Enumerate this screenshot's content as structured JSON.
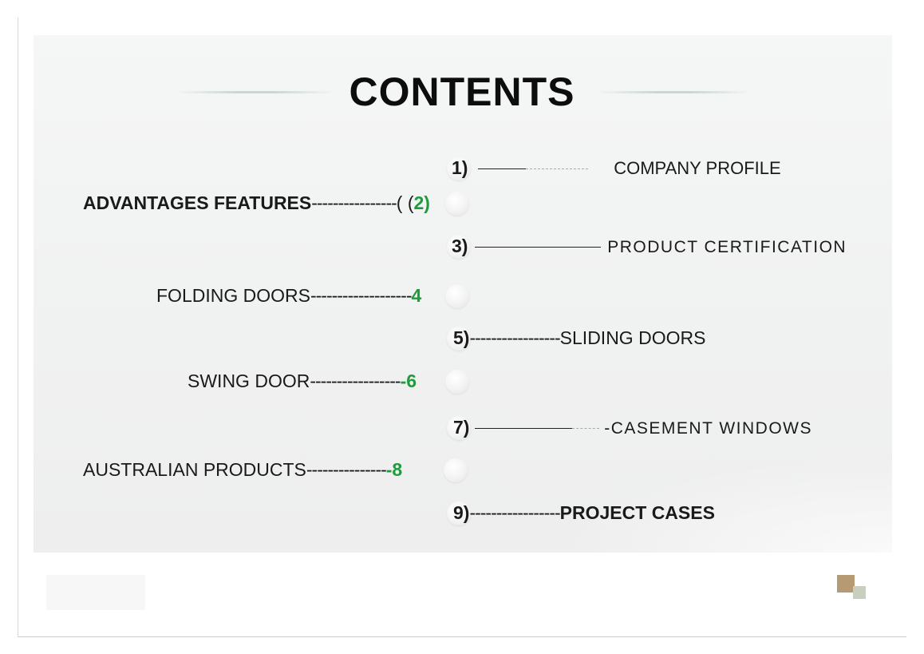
{
  "title": "CONTENTS",
  "entries": {
    "e1": {
      "num": "1)",
      "label": "COMPANY   PROFILE"
    },
    "e2": {
      "label": "ADVANTAGES FEATURES",
      "dashes": "----------------",
      "bracket": "( (",
      "num": "2)"
    },
    "e3": {
      "num": "3)",
      "label": "PRODUCT CERTIFICATION"
    },
    "e4": {
      "label": "FOLDING  DOORS",
      "dashes": "-------------------",
      "num": "4"
    },
    "e5": {
      "num": "5)",
      "dashes": "-----------------",
      "label": "SLIDING   DOORS"
    },
    "e6": {
      "label": "SWING   DOOR",
      "dashes": "-----------------",
      "num": "-6"
    },
    "e7": {
      "num": "7)",
      "label": "-CASEMENT   WINDOWS"
    },
    "e8": {
      "label": "AUSTRALIAN   PRODUCTS",
      "dashes": "---------------",
      "num": "-8"
    },
    "e9": {
      "num": "9)",
      "dashes": "-----------------",
      "label": "PROJECT CASES"
    }
  },
  "colors": {
    "number_green": "#1f9a3c",
    "logo_brown": "#b59a74",
    "logo_sage": "#c9cfbe"
  }
}
